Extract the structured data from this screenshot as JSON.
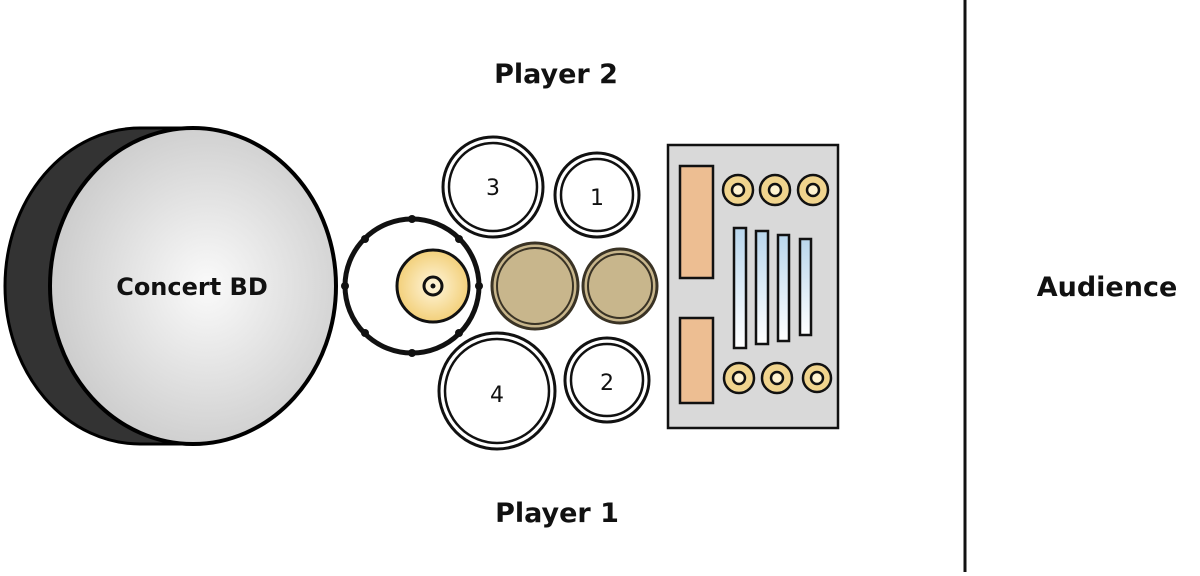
{
  "labels": {
    "player_top": "Player 2",
    "player_bottom": "Player 1",
    "audience": "Audience",
    "bass_drum": "Concert BD"
  },
  "toms": [
    "3",
    "1",
    "4",
    "2"
  ],
  "colors": {
    "bass_drum_shell": "#333333",
    "cymbal": "#f2cf7a",
    "tan_drum": "#c8b68c",
    "panel": "#d9d9d9",
    "pad": "#edbe92",
    "fader": "#cfe3f2",
    "knob": "#f0d48e"
  }
}
